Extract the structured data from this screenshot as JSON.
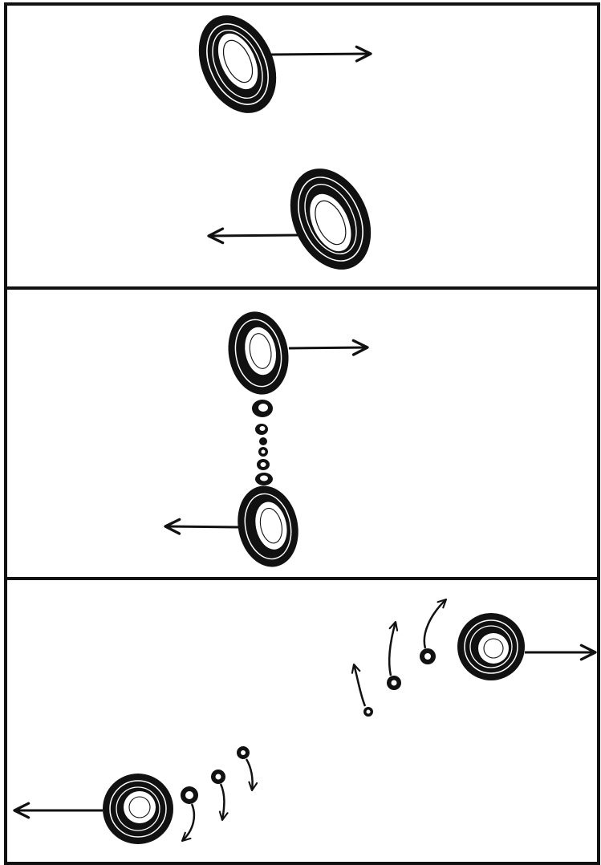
{
  "colors": {
    "ink": "#111111",
    "background": "#ffffff"
  },
  "panels": [
    {
      "id": "panel-approach",
      "items": [
        {
          "kind": "drop",
          "icon": "oval-drop-icon"
        },
        {
          "kind": "arrow",
          "direction": "right",
          "icon": "arrow-right-icon"
        },
        {
          "kind": "drop",
          "icon": "oval-drop-icon"
        },
        {
          "kind": "arrow",
          "direction": "left",
          "icon": "arrow-left-icon"
        }
      ]
    },
    {
      "id": "panel-stretching",
      "items": [
        {
          "kind": "drop",
          "icon": "oval-drop-icon"
        },
        {
          "kind": "arrow",
          "direction": "right",
          "icon": "arrow-right-icon"
        },
        {
          "kind": "satellite-chain",
          "count": 6,
          "icon": "small-droplet-icon"
        },
        {
          "kind": "drop",
          "icon": "oval-drop-icon"
        },
        {
          "kind": "arrow",
          "direction": "left",
          "icon": "arrow-left-icon"
        }
      ]
    },
    {
      "id": "panel-separation",
      "items": [
        {
          "kind": "drop",
          "icon": "round-drop-icon"
        },
        {
          "kind": "arrow",
          "direction": "right",
          "icon": "arrow-right-icon"
        },
        {
          "kind": "satellite-droplets",
          "count": 6,
          "icon": "small-droplet-icon"
        },
        {
          "kind": "drop",
          "icon": "round-drop-icon"
        },
        {
          "kind": "arrow",
          "direction": "left",
          "icon": "arrow-left-icon"
        }
      ]
    }
  ]
}
